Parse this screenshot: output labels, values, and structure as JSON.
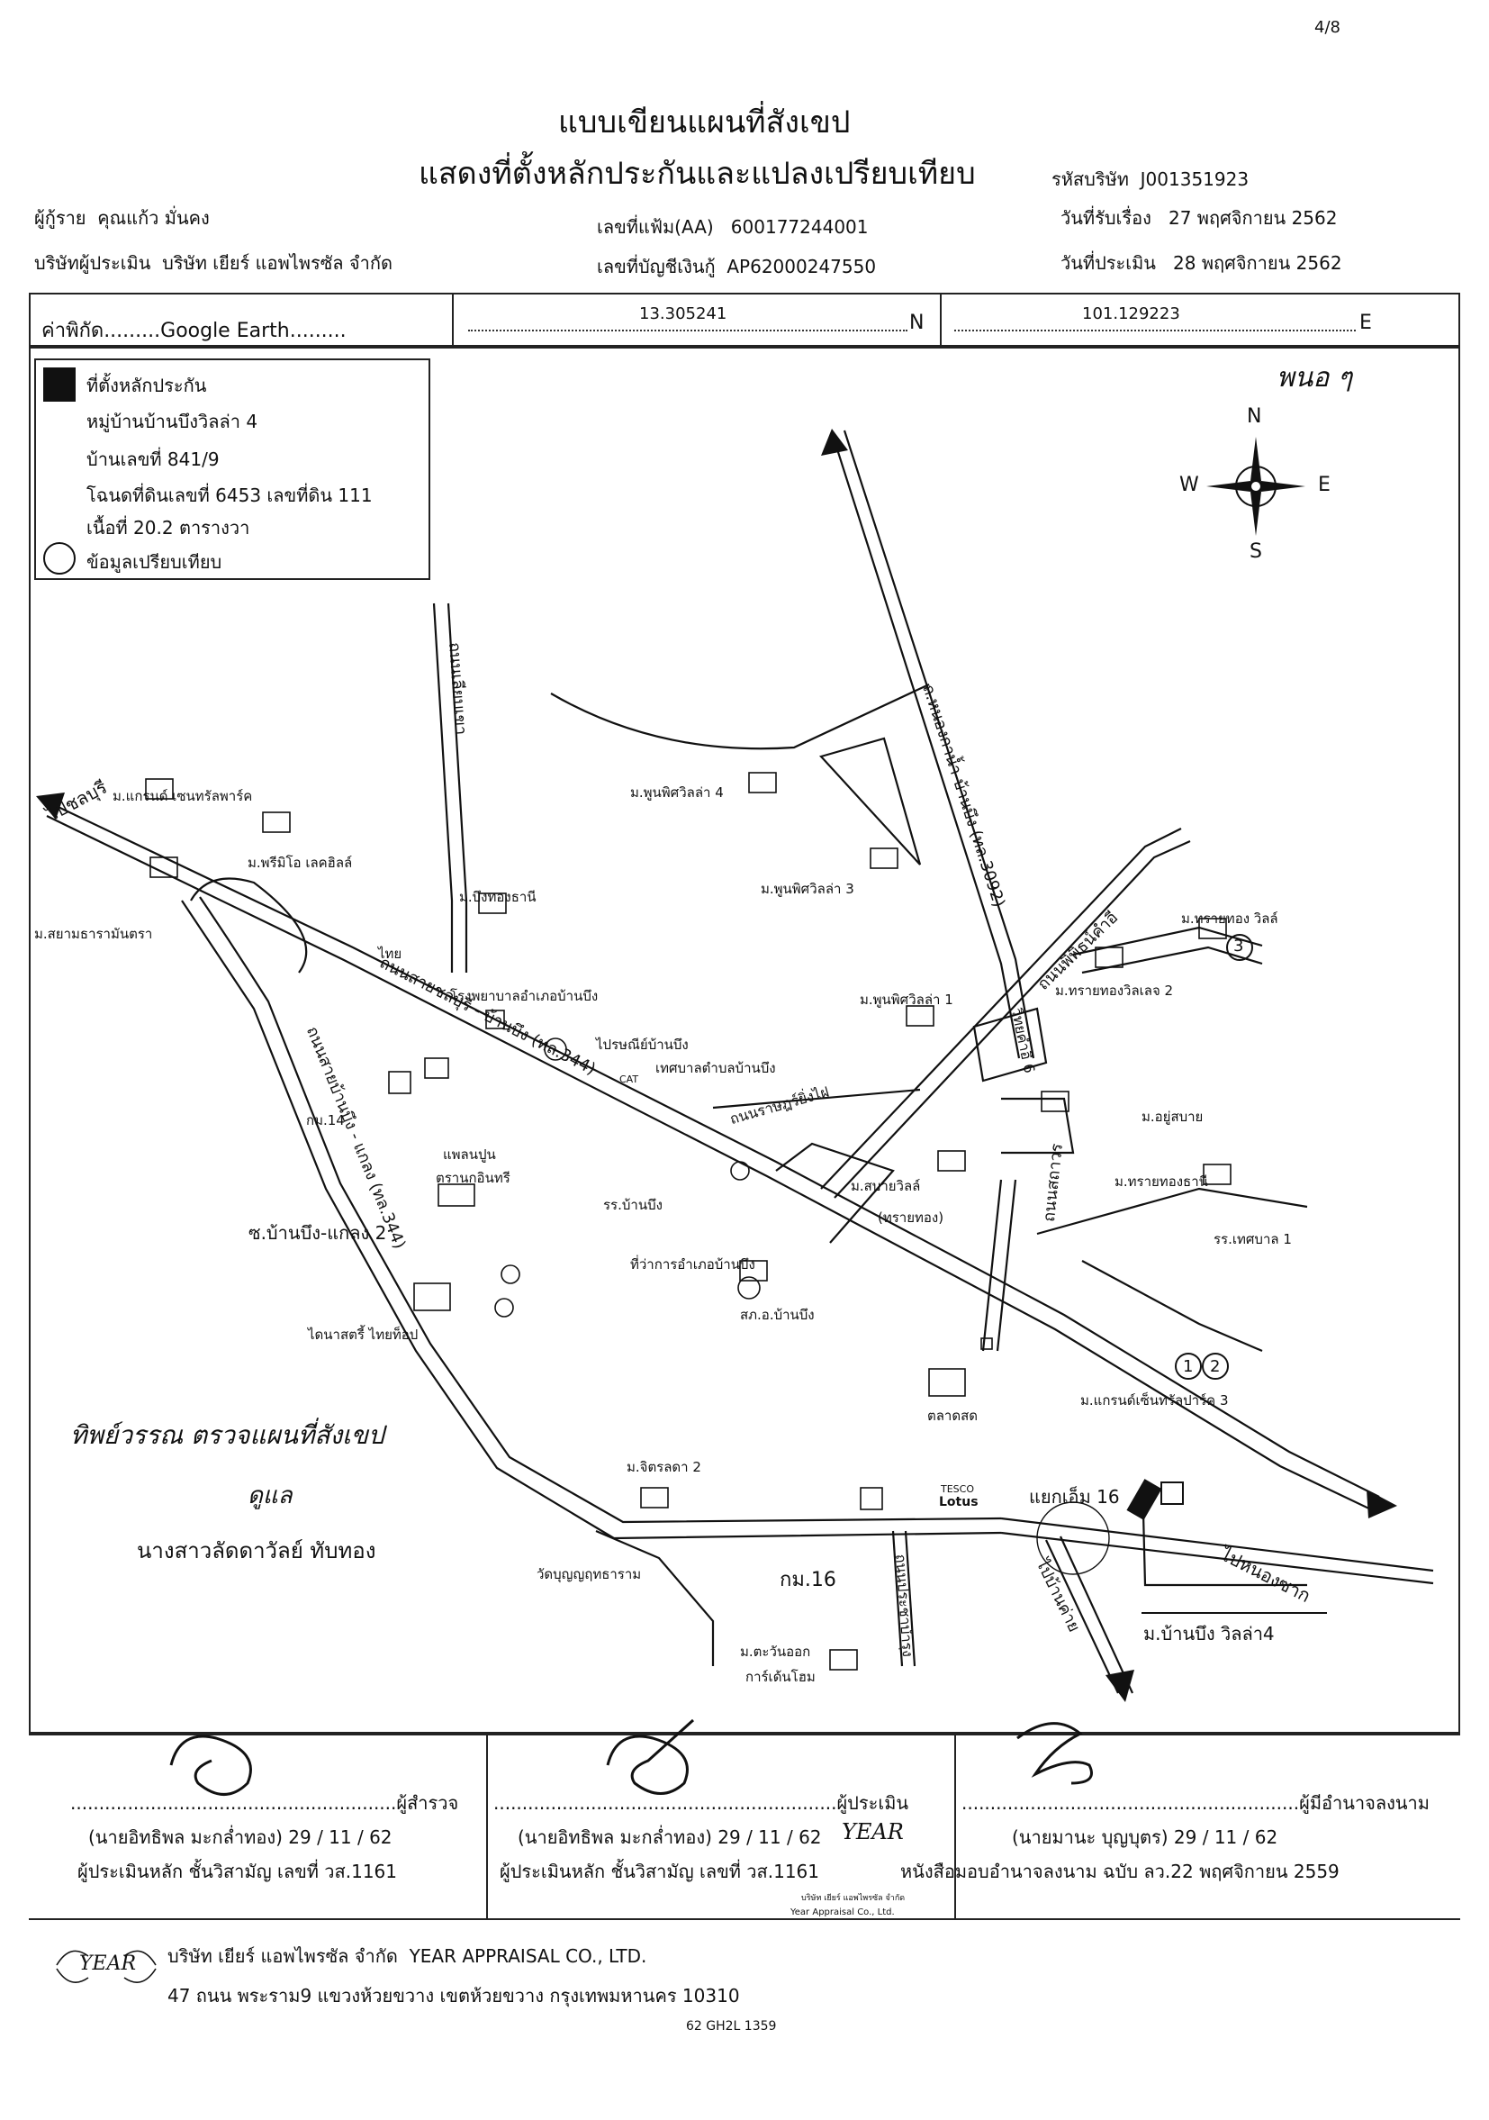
{
  "page_number": "4/8",
  "header": {
    "title_line1": "แบบเขียนแผนที่สังเขป",
    "title_line2": "แสดงที่ตั้งหลักประกันและแปลงเปรียบเทียบ",
    "company_code_label": "รหัสบริษัท",
    "company_code": "J001351923",
    "borrower_label": "ผู้กู้ราย",
    "borrower": "คุณแก้ว มั่นคง",
    "file_no_label": "เลขที่แฟ้ม(AA)",
    "file_no": "600177244001",
    "received_label": "วันที่รับเรื่อง",
    "received_date": "27 พฤศจิกายน 2562",
    "appraiser_company_label": "บริษัทผู้ประเมิน",
    "appraiser_company": "บริษัท เยียร์ แอพไพรซัล จำกัด",
    "loan_account_label": "เลขที่บัญชีเงินกู้",
    "loan_account": "AP62000247550",
    "appraised_label": "วันที่ประเมิน",
    "appraised_date": "28 พฤศจิกายน 2562"
  },
  "coords": {
    "source_label": "ค่าพิกัด",
    "source": "Google Earth",
    "lat": "13.305241",
    "lat_suffix": "N",
    "lon": "101.129223",
    "lon_suffix": "E"
  },
  "legend": {
    "collateral_label": "ที่ตั้งหลักประกัน",
    "village": "หมู่บ้านบ้านบึงวิลล่า 4",
    "house_no": "บ้านเลขที่ 841/9",
    "deed": "โฉนดที่ดินเลขที่ 6453 เลขที่ดิน 111",
    "area": "เนื้อที่ 20.2 ตารางวา",
    "comparable_label": "ข้อมูลเปรียบเทียบ"
  },
  "handwritten_note_top": "พนอ ๆ",
  "compass": {
    "n": "N",
    "s": "S",
    "e": "E",
    "w": "W"
  },
  "map": {
    "roads": {
      "to_chonburi": "ไปชลบุรี",
      "to_nong_yai": "ไปหนองซาก",
      "chonburi_banbueng": "ถนนสายชลบุรี - บ้านบึง (ทล.344)",
      "banbueng_klaeng": "ถนนสายบ้านบึง - แกลง (ทล.344)",
      "nong_kangkao": "ถ.หนองกาน้ำ-บ้านบึง (ทล.3092)",
      "road_right": "ถนนพิพิธน์คำอี",
      "road_left_top": "ถนนเลียบเขา",
      "road_mid": "ถนนราษฎร์ยิ่งไฝ",
      "road_vert_center": "ถนนสถาวร",
      "road_prachasuk": "ถนนประชาบำรุง",
      "road_ban_khai": "ไปบ้านค่าย",
      "soi_wit": "วิทยคำอี 6"
    },
    "labels": {
      "grand_central": "ม.แกรนด์ เซนทรัลพาร์ค",
      "premio": "ม.พรีมิโอ เลคฮิลล์",
      "siam_thara": "ม.สยามธารามันตรา",
      "bueng_thong": "ม.บึงทองธานี",
      "phun_villa4": "ม.พูนพิศวิลล่า 4",
      "phun_villa3": "ม.พูนพิศวิลล่า 3",
      "phun_villa1": "ม.พูนพิศวิลล่า 1",
      "sai_thong_ville": "ม.ทรายทอง วิลล์",
      "sai_thong_villa2": "ม.ทรายทองวิลเลจ 2",
      "yu_sabai": "ม.อยู่สบาย",
      "sabai_ville": "ม.สบายวิลล์",
      "sai_thong_paren": "(ทรายทอง)",
      "sai_thong_thani": "ม.ทรายทองธานี",
      "school_tessaban": "รร.เทศบาล 1",
      "hospital": "โรงพยาบาลอำเภอบ้านบึง",
      "post_office": "ไปรษณีย์บ้านบึง",
      "municipality": "เทศบาลตำบลบ้านบึง",
      "km14": "กม.14",
      "cement": "แพลนปูน",
      "cement2": "ตรานกอินทรี",
      "school_banbueng": "รร.บ้านบึง",
      "soi_klaeng2": "ซ.บ้านบึง-แกลง 2",
      "district_office": "ที่ว่าการอำเภอบ้านบึง",
      "police": "สภ.อ.บ้านบึง",
      "dino": "ไดนาสตรี้ ไทยท็อป",
      "market": "ตลาดสด",
      "grand_central3": "ม.แกรนด์เซ็นทรัลปาร์ค 3",
      "jitlada2": "ม.จิตรลดา 2",
      "junction": "แยกเอ็ม 16",
      "wat": "วัดบุญญฤทธาราม",
      "km16": "กม.16",
      "tawan_ok": "ม.ตะวันออก",
      "garden_home": "การ์เด้นโฮม",
      "subject": "ม.บ้านบึง วิลล่า4",
      "thai_sign": "ไทย",
      "cat": "CAT",
      "tesco": "TESCO",
      "lotus": "Lotus",
      "comp3": "3",
      "comp1": "1",
      "comp2": "2"
    }
  },
  "handwritten_note_left": "ทิพย์วรรณ ตรวจแผนที่สังเขป",
  "handwritten_note_left2": "ดูแล",
  "surveyor_note_name": "นางสาวลัดดาวัลย์ ทับทอง",
  "signatures": {
    "surveyor_role": "ผู้สำรวจ",
    "surveyor_name": "(นายอิทธิพล มะกล่ำทอง) 29 / 11 / 62",
    "surveyor_title": "ผู้ประเมินหลัก ชั้นวิสามัญ เลขที่ วส.1161",
    "appraiser_role": "ผู้ประเมิน",
    "appraiser_name": "(นายอิทธิพล มะกล่ำทอง) 29 / 11 / 62",
    "appraiser_title": "ผู้ประเมินหลัก ชั้นวิสามัญ เลขที่ วส.1161",
    "authorized_role": "ผู้มีอำนาจลงนาม",
    "authorized_name": "(นายมานะ บุญบุตร) 29 / 11 / 62",
    "authorized_title": "หนังสือมอบอำนาจลงนาม ฉบับ ลว.22 พฤศจิกายน 2559",
    "stamp_line1": "YEAR",
    "stamp_line2": "บริษัท เยียร์ แอพไพรซัล จำกัด",
    "stamp_line3": "Year Appraisal Co., Ltd."
  },
  "footer": {
    "logo_text": "YEAR",
    "company_th": "บริษัท เยียร์ แอพไพรซัล จำกัด",
    "company_en": "YEAR APPRAISAL CO., LTD.",
    "address": "47 ถนน พระราม9 แขวงห้วยขวาง เขตห้วยขวาง กรุงเทพมหานคร 10310",
    "doc_code": "62 GH2L 1359"
  }
}
